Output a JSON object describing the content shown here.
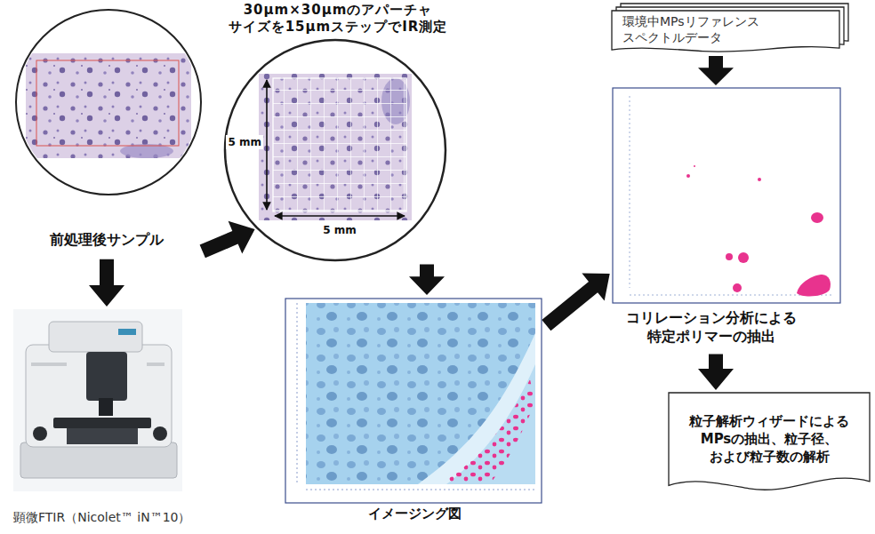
{
  "diagram": {
    "nodes": [
      {
        "text": [
          "前処理後サンプル"
        ]
      },
      {
        "text": [
          "顕微FTIR（Nicolet™ iN™10）"
        ]
      },
      {
        "text": [
          "30μm×30μmのアパーチャ サイズを15μmステップでIR測定"
        ]
      },
      {
        "text": [
          "イメージング図"
        ]
      },
      {
        "text": [
          "環境中MPsリファレンス スペクトルデータ"
        ]
      },
      {
        "text": [
          "コリレーション分析による 特定ポリマーの抽出"
        ]
      },
      {
        "text": [
          "粒子解析ウィザードによる MPsの抽出、粒子径、 および粒子数の解析"
        ]
      }
    ],
    "edges": [
      {
        "from": 0,
        "to": 1,
        "arrow": "to"
      },
      {
        "from": 0,
        "to": 2,
        "arrow": "to"
      },
      {
        "from": 2,
        "to": 3,
        "arrow": "to"
      },
      {
        "from": 3,
        "to": 5,
        "arrow": "to"
      },
      {
        "from": 4,
        "to": 5,
        "arrow": "to"
      },
      {
        "from": 5,
        "to": 6,
        "arrow": "to"
      }
    ],
    "labels": [
      "5 mm",
      "5 mm"
    ]
  }
}
